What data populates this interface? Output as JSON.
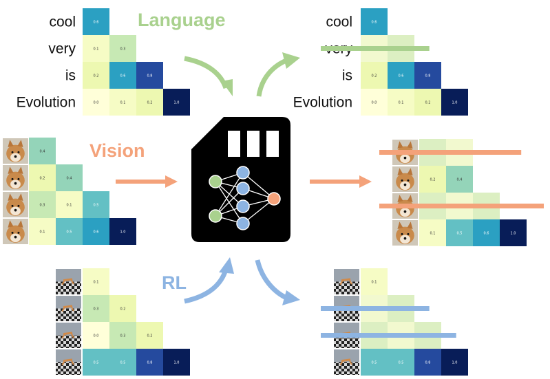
{
  "titles": {
    "language": "Language",
    "vision": "Vision",
    "rl": "RL"
  },
  "colors": {
    "language": "#a9d18e",
    "vision": "#f4a27a",
    "rl": "#8db4e2",
    "chip": "#000000",
    "node_green": "#a9d18e",
    "node_blue": "#8db4e2",
    "node_orange": "#f4a27a"
  },
  "panels": {
    "language_input": {
      "tokens": [
        "cool",
        "very",
        "is",
        "Evolution"
      ],
      "rows": [
        [
          "0.6"
        ],
        [
          "0.1",
          "0.3"
        ],
        [
          "0.2",
          "0.6",
          "0.8"
        ],
        [
          "0.0",
          "0.1",
          "0.2",
          "1.0"
        ]
      ]
    },
    "language_output": {
      "tokens": [
        "cool",
        "very",
        "is",
        "Evolution"
      ],
      "rows": [
        [
          "0.6"
        ],
        [
          "",
          ""
        ],
        [
          "0.2",
          "0.6",
          "0.8"
        ],
        [
          "0.0",
          "0.1",
          "0.2",
          "1.0"
        ]
      ],
      "struck_rows": [
        1
      ]
    },
    "vision_input": {
      "thumbnail": "dog-photo",
      "rows": [
        [
          "0.4"
        ],
        [
          "0.2",
          "0.4"
        ],
        [
          "0.3",
          "0.1",
          "0.5"
        ],
        [
          "0.1",
          "0.5",
          "0.6",
          "1.0"
        ]
      ]
    },
    "vision_output": {
      "thumbnail": "dog-photo",
      "rows": [
        [
          "",
          ""
        ],
        [
          "0.2",
          "0.4"
        ],
        [
          "",
          "",
          ""
        ],
        [
          "0.1",
          "0.5",
          "0.6",
          "1.0"
        ]
      ],
      "struck_rows": [
        0,
        2
      ]
    },
    "rl_input": {
      "thumbnail": "robot-checkerboard",
      "rows": [
        [
          "0.1"
        ],
        [
          "0.3",
          "0.2"
        ],
        [
          "0.0",
          "0.3",
          "0.2"
        ],
        [
          "0.5",
          "0.5",
          "0.8",
          "1.0"
        ]
      ]
    },
    "rl_output": {
      "thumbnail": "robot-checkerboard",
      "rows": [
        [
          "0.1"
        ],
        [
          "",
          ""
        ],
        [
          "",
          "",
          ""
        ],
        [
          "0.5",
          "0.5",
          "0.8",
          "1.0"
        ]
      ],
      "struck_rows": [
        1,
        2
      ]
    }
  }
}
